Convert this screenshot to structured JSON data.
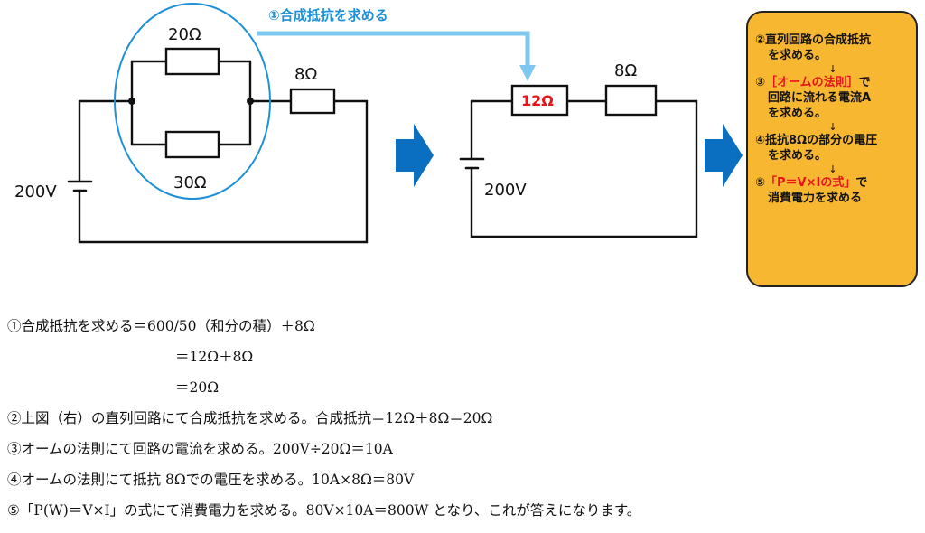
{
  "diagram": {
    "left_circuit": {
      "r_top": "20Ω",
      "r_bottom": "30Ω",
      "r_series": "8Ω",
      "voltage": "200V"
    },
    "annotation": "①合成抵抗を求める",
    "right_circuit": {
      "r_combined": "12Ω",
      "r_series": "8Ω",
      "voltage": "200V"
    },
    "colors": {
      "ellipse": "#1e90d6",
      "annotation": "#1e90d6",
      "connector": "#7ec8f0",
      "big_arrow": "#0b6fc1",
      "box_fill": "#f7b731",
      "highlight": "#e8141a"
    }
  },
  "steps": {
    "s2_line1": "②直列回路の合成抵抗",
    "s2_line2": "を求める。",
    "arrow": "↓",
    "s3_prefix": "③",
    "s3_red": "［オームの法則］",
    "s3_suffix": "で",
    "s3_line2": "回路に流れる電流A",
    "s3_line3": "を求める。",
    "s4_line1": "④抵抗8Ωの部分の電圧",
    "s4_line2": "を求める。",
    "s5_prefix": "⑤",
    "s5_red": "「P＝V×Iの式」",
    "s5_suffix": "で",
    "s5_line2": "消費電力を求める"
  },
  "explanation": [
    "①合成抵抗を求める＝600/50（和分の積）＋8Ω",
    "＝12Ω＋8Ω",
    "＝20Ω",
    "②上図（右）の直列回路にて合成抵抗を求める。合成抵抗＝12Ω＋8Ω＝20Ω",
    "③オームの法則にて回路の電流を求める。200V÷20Ω＝10A",
    "④オームの法則にて抵抗 8Ωでの電圧を求める。10A×8Ω＝80V",
    "⑤「P(W)＝V×I」の式にて消費電力を求める。80V×10A＝800W となり、これが答えになります。"
  ]
}
